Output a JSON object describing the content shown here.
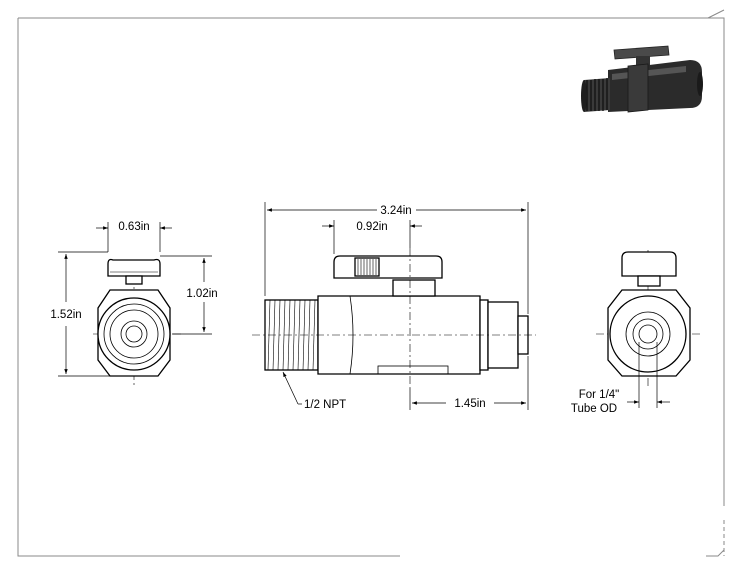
{
  "dimensions": {
    "overall_length": "3.24in",
    "handle_offset": "0.92in",
    "tube_side_length": "1.45in",
    "handle_width": "0.63in",
    "overall_height": "1.52in",
    "body_height": "1.02in"
  },
  "callouts": {
    "thread": "1/2 NPT",
    "tube_line1": "For 1/4\"",
    "tube_line2": "Tube OD"
  },
  "colors": {
    "line": "#000000",
    "frame": "#8a8a8a",
    "iso_body": "#2b2b2b",
    "iso_handle": "#4a4a4a"
  }
}
